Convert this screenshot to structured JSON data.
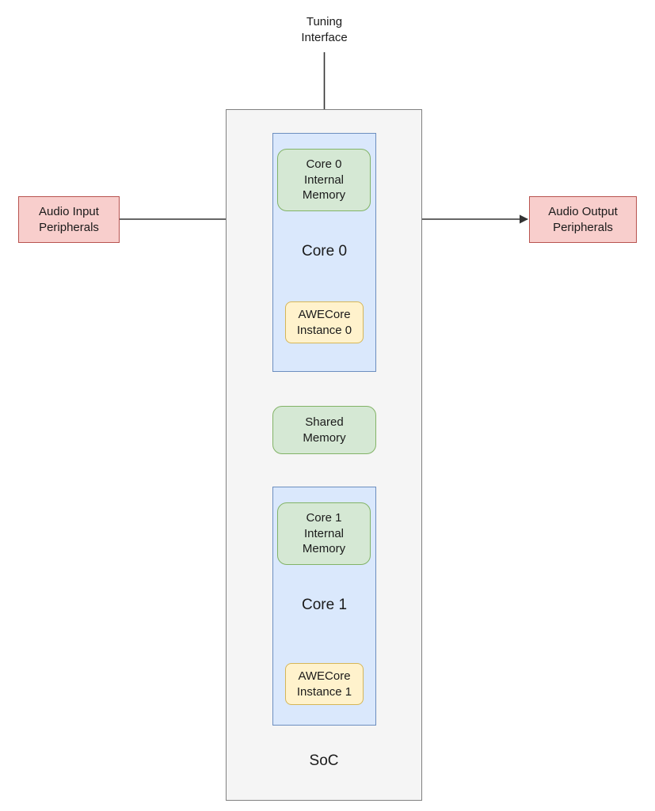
{
  "diagram": {
    "title": "SoC dual-core AWECore architecture",
    "colors": {
      "container_fill": "#f5f5f5",
      "container_stroke": "#808080",
      "core_fill": "#dae8fc",
      "core_stroke": "#6c8ebf",
      "memory_fill": "#d5e8d4",
      "memory_stroke": "#82b366",
      "awecore_fill": "#fff2cc",
      "awecore_stroke": "#d6b656",
      "peripheral_fill": "#f8cecc",
      "peripheral_stroke": "#b85450",
      "connector_stroke": "#333333"
    },
    "labels": {
      "tuning_interface": "Tuning\nInterface",
      "soc": "SoC",
      "audio_input_peripherals": "Audio Input\nPeripherals",
      "audio_output_peripherals": "Audio Output\nPeripherals",
      "core0_title": "Core 0",
      "core1_title": "Core 1",
      "core0_internal_memory": "Core 0\nInternal\nMemory",
      "core1_internal_memory": "Core 1\nInternal\nMemory",
      "shared_memory": "Shared\nMemory",
      "awecore_instance_0": "AWECore\nInstance 0",
      "awecore_instance_1": "AWECore\nInstance 1"
    },
    "connections": [
      {
        "name": "tuning-interface-to-core0",
        "from": "Tuning Interface",
        "to": "Core 0",
        "direction": "one-way"
      },
      {
        "name": "audio-input-to-core0",
        "from": "Audio Input Peripherals",
        "to": "Core 0",
        "direction": "one-way"
      },
      {
        "name": "core0-to-audio-output",
        "from": "Core 0",
        "to": "Audio Output Peripherals",
        "direction": "one-way"
      },
      {
        "name": "core0-to-shared-memory",
        "from": "Core 0",
        "to": "Shared Memory",
        "direction": "bidirectional"
      },
      {
        "name": "shared-memory-to-core1",
        "from": "Shared Memory",
        "to": "Core 1",
        "direction": "bidirectional"
      }
    ]
  }
}
